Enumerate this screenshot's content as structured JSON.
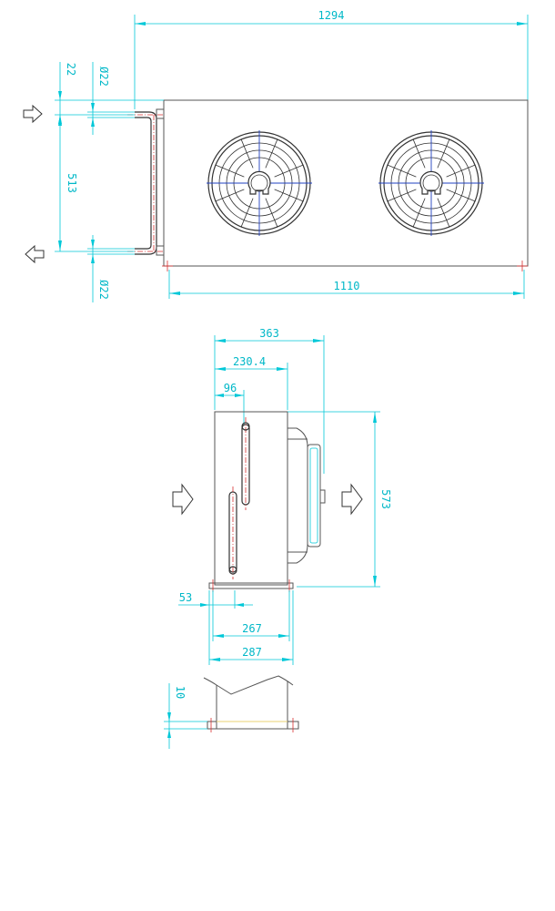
{
  "dimensions": {
    "overall_length": "1294",
    "body_length": "1110",
    "connection_offset": "22",
    "connection_spacing": "513",
    "pipe_diameter_top": "Ø22",
    "pipe_diameter_bottom": "Ø22",
    "side_depth": "363",
    "side_depth_body": "230.4",
    "pipe_position": "96",
    "height": "573",
    "foot_offset": "53",
    "foot_inner": "267",
    "foot_outer": "287",
    "foot_thickness": "10"
  },
  "colors": {
    "dimension": "#00c8d8",
    "outline": "#555555",
    "centerline": "#d83030",
    "fan_axis": "#2040c0"
  },
  "icons": [
    "airflow-arrow-icon"
  ]
}
